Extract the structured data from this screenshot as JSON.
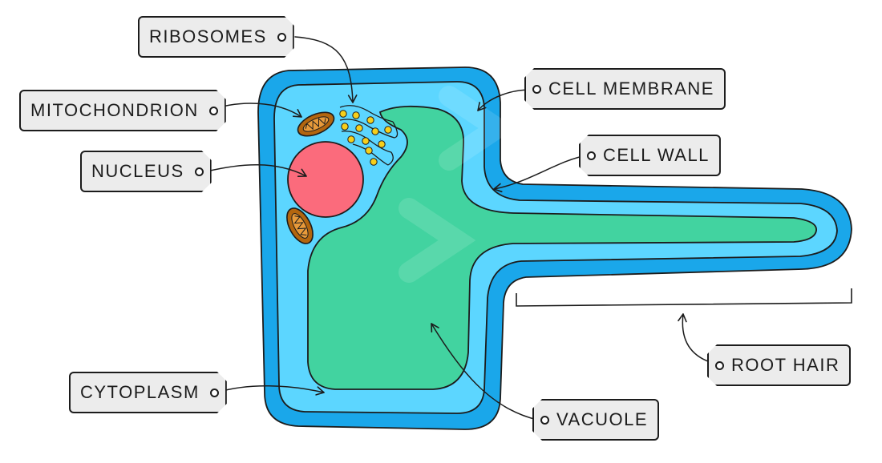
{
  "labels": {
    "ribosomes": "RIBOSOMES",
    "mitochondrion": "MITOCHONDRION",
    "nucleus": "NUCLEUS",
    "cytoplasm": "CYTOPLASM",
    "cell_membrane": "CELL MEMBRANE",
    "cell_wall": "CELL WALL",
    "root_hair": "ROOT HAIR",
    "vacuole": "VACUOLE"
  },
  "colors": {
    "cell_wall": "#1aa7ea",
    "cytoplasm": "#5cd6ff",
    "vacuole": "#42d3a0",
    "nucleus": "#fb6b7c",
    "mitochondrion": "#b3660f",
    "ribosome": "#f7cf1b",
    "outline": "#1c1c1c",
    "tag_fill": "#ececec"
  }
}
